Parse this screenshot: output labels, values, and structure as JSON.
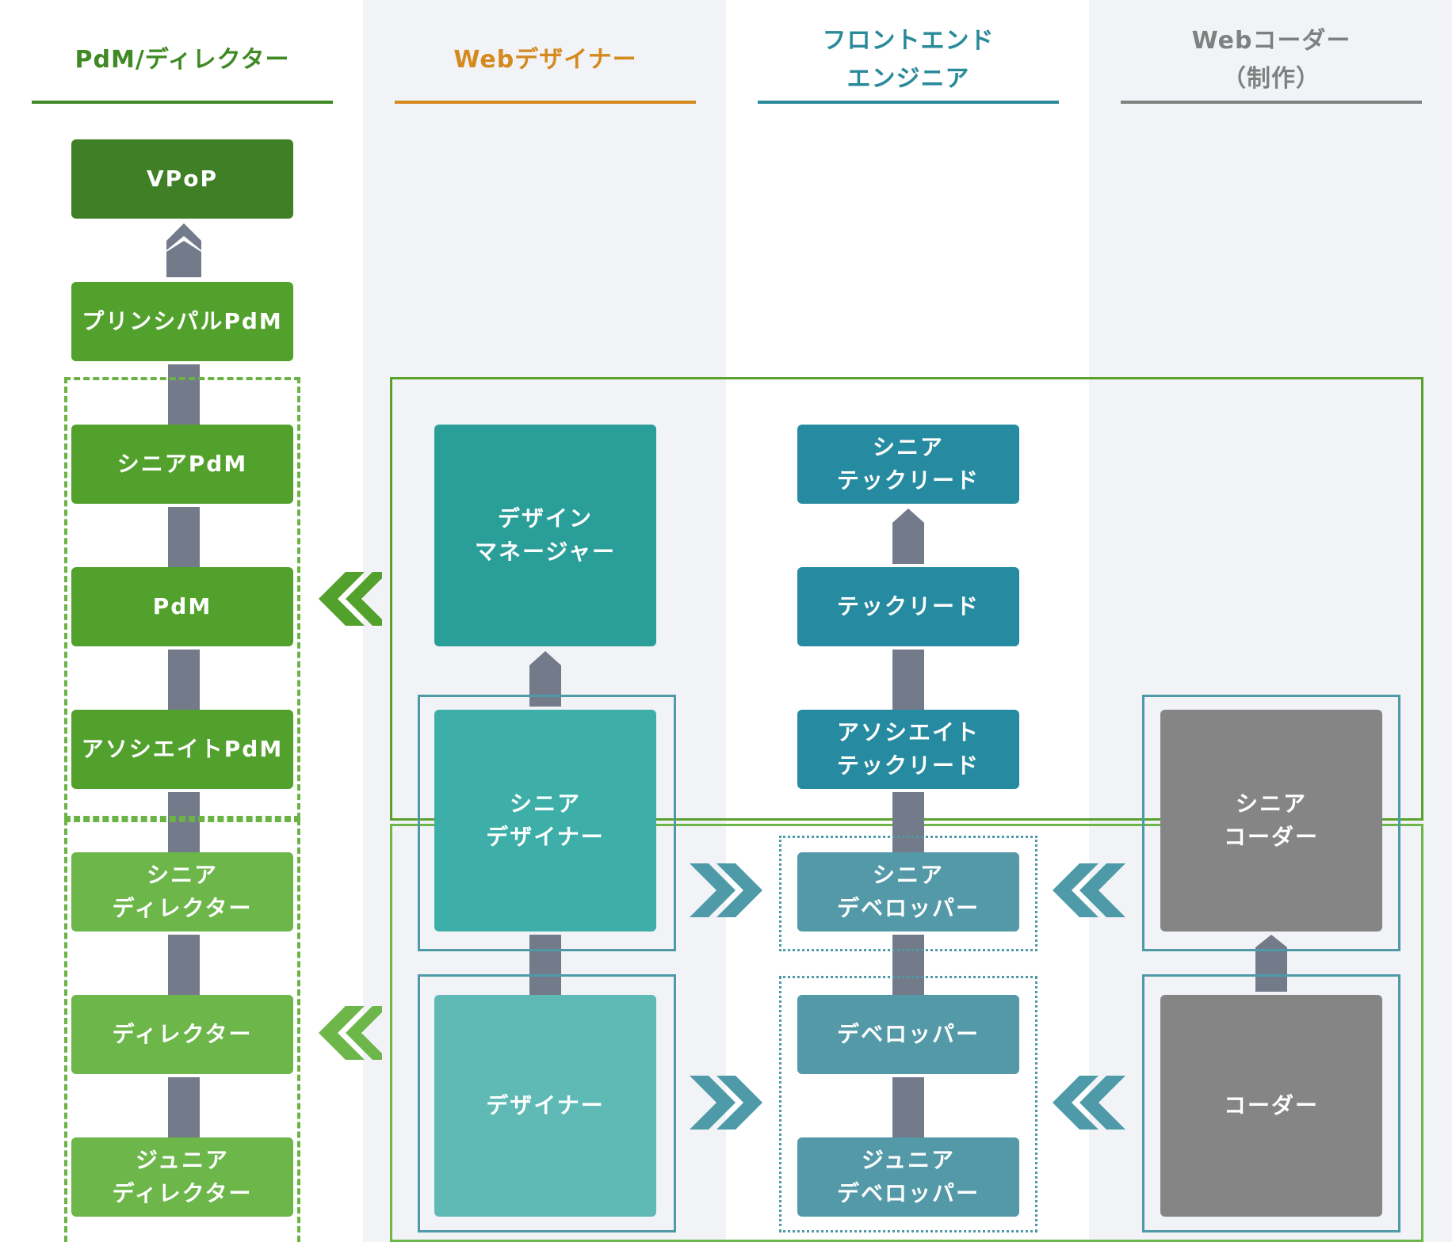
{
  "columns": [
    {
      "id": "pdm",
      "title": "PdM/ディレクター",
      "color": "#3f8a25"
    },
    {
      "id": "designer",
      "title": "Webデザイナー",
      "color": "#d48a1e"
    },
    {
      "id": "frontend",
      "title": "フロントエンド\nエンジニア",
      "color": "#2b8a99"
    },
    {
      "id": "coder",
      "title": "Webコーダー\n（制作）",
      "color": "#7f8180"
    }
  ],
  "pdm_roles": {
    "vpop": "VPoP",
    "principal": "プリンシパルPdM",
    "senior": "シニアPdM",
    "pdm": "PdM",
    "associate": "アソシエイトPdM",
    "senior_director": "シニア\nディレクター",
    "director": "ディレクター",
    "junior_director": "ジュニア\nディレクター"
  },
  "designer_roles": {
    "manager": "デザイン\nマネージャー",
    "senior": "シニア\nデザイナー",
    "designer": "デザイナー"
  },
  "frontend_roles": {
    "senior_lead": "シニア\nテックリード",
    "lead": "テックリード",
    "associate_lead": "アソシエイト\nテックリード",
    "senior_dev": "シニア\nデベロッパー",
    "dev": "デベロッパー",
    "junior_dev": "ジュニア\nデベロッパー"
  },
  "coder_roles": {
    "senior": "シニア\nコーダー",
    "coder": "コーダー"
  },
  "colors": {
    "pdm_dark": "#3f7f26",
    "pdm_mid": "#52a12c",
    "pdm_light": "#6cb64a",
    "designer_dark": "#2a9e99",
    "designer_mid": "#3dafa8",
    "designer_light": "#5fbab5",
    "frontend_dark": "#268aa0",
    "frontend_light": "#5499a8",
    "coder": "#858585",
    "connector": "#737a8a",
    "group_border": "#5aa12e"
  }
}
